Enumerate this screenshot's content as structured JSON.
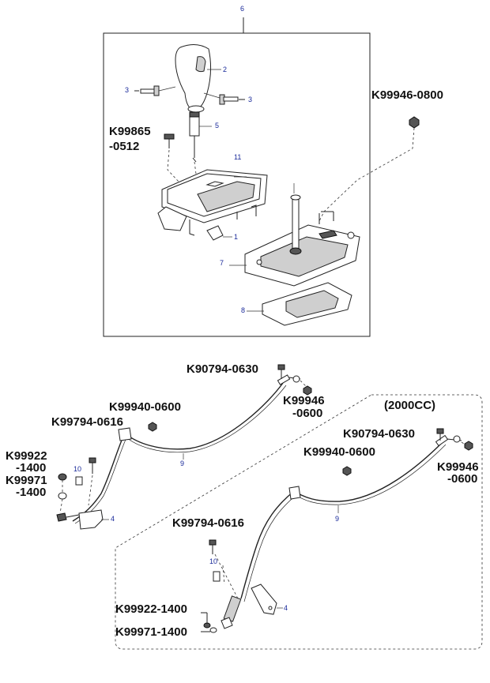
{
  "top_group": {
    "assembly_number": "6",
    "labels": {
      "knob": "2",
      "screw_left": "3",
      "screw_right": "3",
      "clip_bolt_code_line1": "K99865",
      "clip_bolt_code_line2": "-0512",
      "rod": "5",
      "bezel": "11",
      "bracket": "1",
      "base": "7",
      "gasket": "8",
      "nut_code": "K99946-0800"
    }
  },
  "cable_group_1": {
    "bolt_code": "K90794-0630",
    "nut_code_line1": "K99946",
    "nut_code_line2": "-0600",
    "grommet_code": "K99940-0600",
    "bolt2_code": "K99794-0616",
    "washer_code_line1": "K99922",
    "washer_code_line2": "-1400",
    "clip_code_line1": "K99971",
    "clip_code_line2": "-1400",
    "cable_label": "9",
    "clip_label": "10",
    "bracket_label": "4"
  },
  "cable_group_2": {
    "variant": "(2000CC)",
    "bolt_code": "K90794-0630",
    "nut_code_line1": "K99946",
    "nut_code_line2": "-0600",
    "grommet_code": "K99940-0600",
    "bolt2_code": "K99794-0616",
    "washer_code": "K99922-1400",
    "clip_code": "K99971-1400",
    "cable_label": "9",
    "clip_label": "10",
    "bracket_label": "4"
  }
}
